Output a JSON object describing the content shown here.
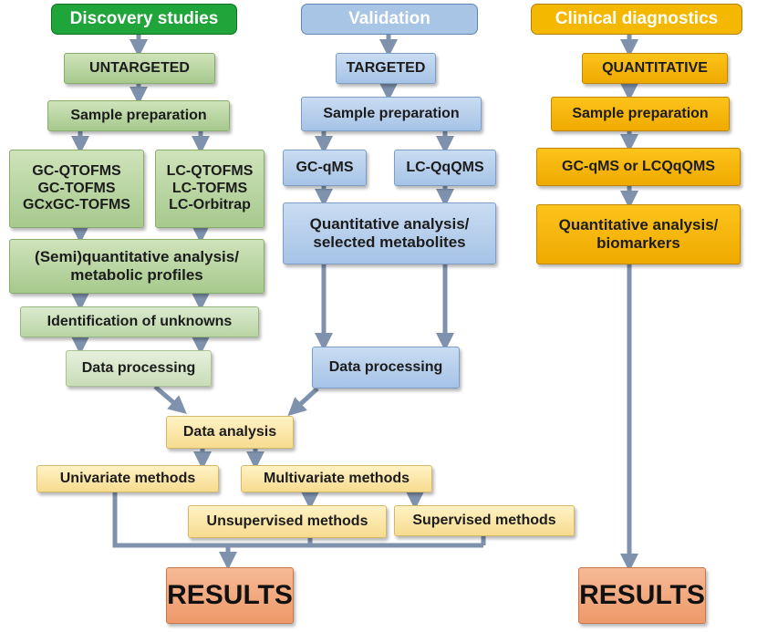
{
  "columns": {
    "discovery": {
      "header": "Discovery studies",
      "untargeted": "UNTARGETED",
      "sample_prep": "Sample preparation",
      "gc_methods": [
        "GC-QTOFMS",
        "GC-TOFMS",
        "GCxGC-TOFMS"
      ],
      "lc_methods": [
        "LC-QTOFMS",
        "LC-TOFMS",
        "LC-Orbitrap"
      ],
      "semiquant": [
        "(Semi)quantitative analysis/",
        "metabolic profiles"
      ],
      "identification": "Identification of unknowns",
      "data_processing": "Data processing"
    },
    "validation": {
      "header": "Validation",
      "targeted": "TARGETED",
      "sample_prep": "Sample preparation",
      "gc": "GC-qMS",
      "lc": "LC-QqQMS",
      "quant": [
        "Quantitative analysis/",
        "selected metabolites"
      ],
      "data_processing": "Data processing"
    },
    "clinical": {
      "header": "Clinical diagnostics",
      "quantitative": "QUANTITATIVE",
      "sample_prep": "Sample preparation",
      "methods": "GC-qMS or LCQqQMS",
      "quant": [
        "Quantitative analysis/",
        "biomarkers"
      ],
      "results": "RESULTS"
    }
  },
  "analysis": {
    "data_analysis": "Data analysis",
    "univariate": "Univariate methods",
    "multivariate": "Multivariate methods",
    "unsupervised": "Unsupervised methods",
    "supervised": "Supervised methods",
    "results": "RESULTS"
  },
  "colors": {
    "green_header": "#1fa53a",
    "blue_header": "#a8c5e6",
    "orange_header": "#f5b800",
    "arrow": "#7e92ad",
    "results": "#ee9a6a"
  }
}
